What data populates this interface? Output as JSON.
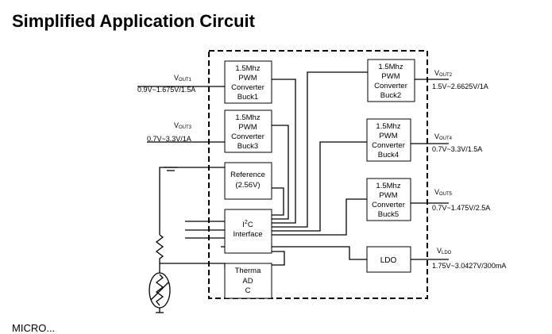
{
  "title": "Simplified Application Circuit",
  "blocks": {
    "buck1": [
      "1.5Mhz",
      "PWM",
      "Converter",
      "Buck1"
    ],
    "buck3": [
      "1.5Mhz",
      "PWM",
      "Converter",
      "Buck3"
    ],
    "buck2": [
      "1.5Mhz",
      "PWM",
      "Converter",
      "Buck2"
    ],
    "buck4": [
      "1.5Mhz",
      "PWM",
      "Converter",
      "Buck4"
    ],
    "buck5": [
      "1.5Mhz",
      "PWM",
      "Converter",
      "Buck5"
    ],
    "reference": [
      "Reference",
      "(2.56V)"
    ],
    "i2c": [
      "I",
      "2",
      "C",
      "Interface"
    ],
    "ldo": [
      "LDO"
    ],
    "thermal": [
      "Therma",
      "AD",
      "C"
    ]
  },
  "outputs": {
    "vout1": {
      "main": "V",
      "sub": "OUT1",
      "spec": "0.9V~1.675V/1.5A"
    },
    "vout3": {
      "main": "V",
      "sub": "OUT3",
      "spec": "0.7V~3.3V/1A"
    },
    "vout2": {
      "main": "V",
      "sub": "OUT2",
      "spec": "1.5V~2.6625V/1A"
    },
    "vout4": {
      "main": "V",
      "sub": "OUT4",
      "spec": "0.7V~3.3V/1.5A"
    },
    "vout5": {
      "main": "V",
      "sub": "OUT5",
      "spec": "0.7V~1.475V/2.5A"
    },
    "vldo": {
      "main": "V",
      "sub": "LDO",
      "spec": "1.75V~3.0427V/300mA"
    }
  },
  "bottom_text": "MICRO..."
}
